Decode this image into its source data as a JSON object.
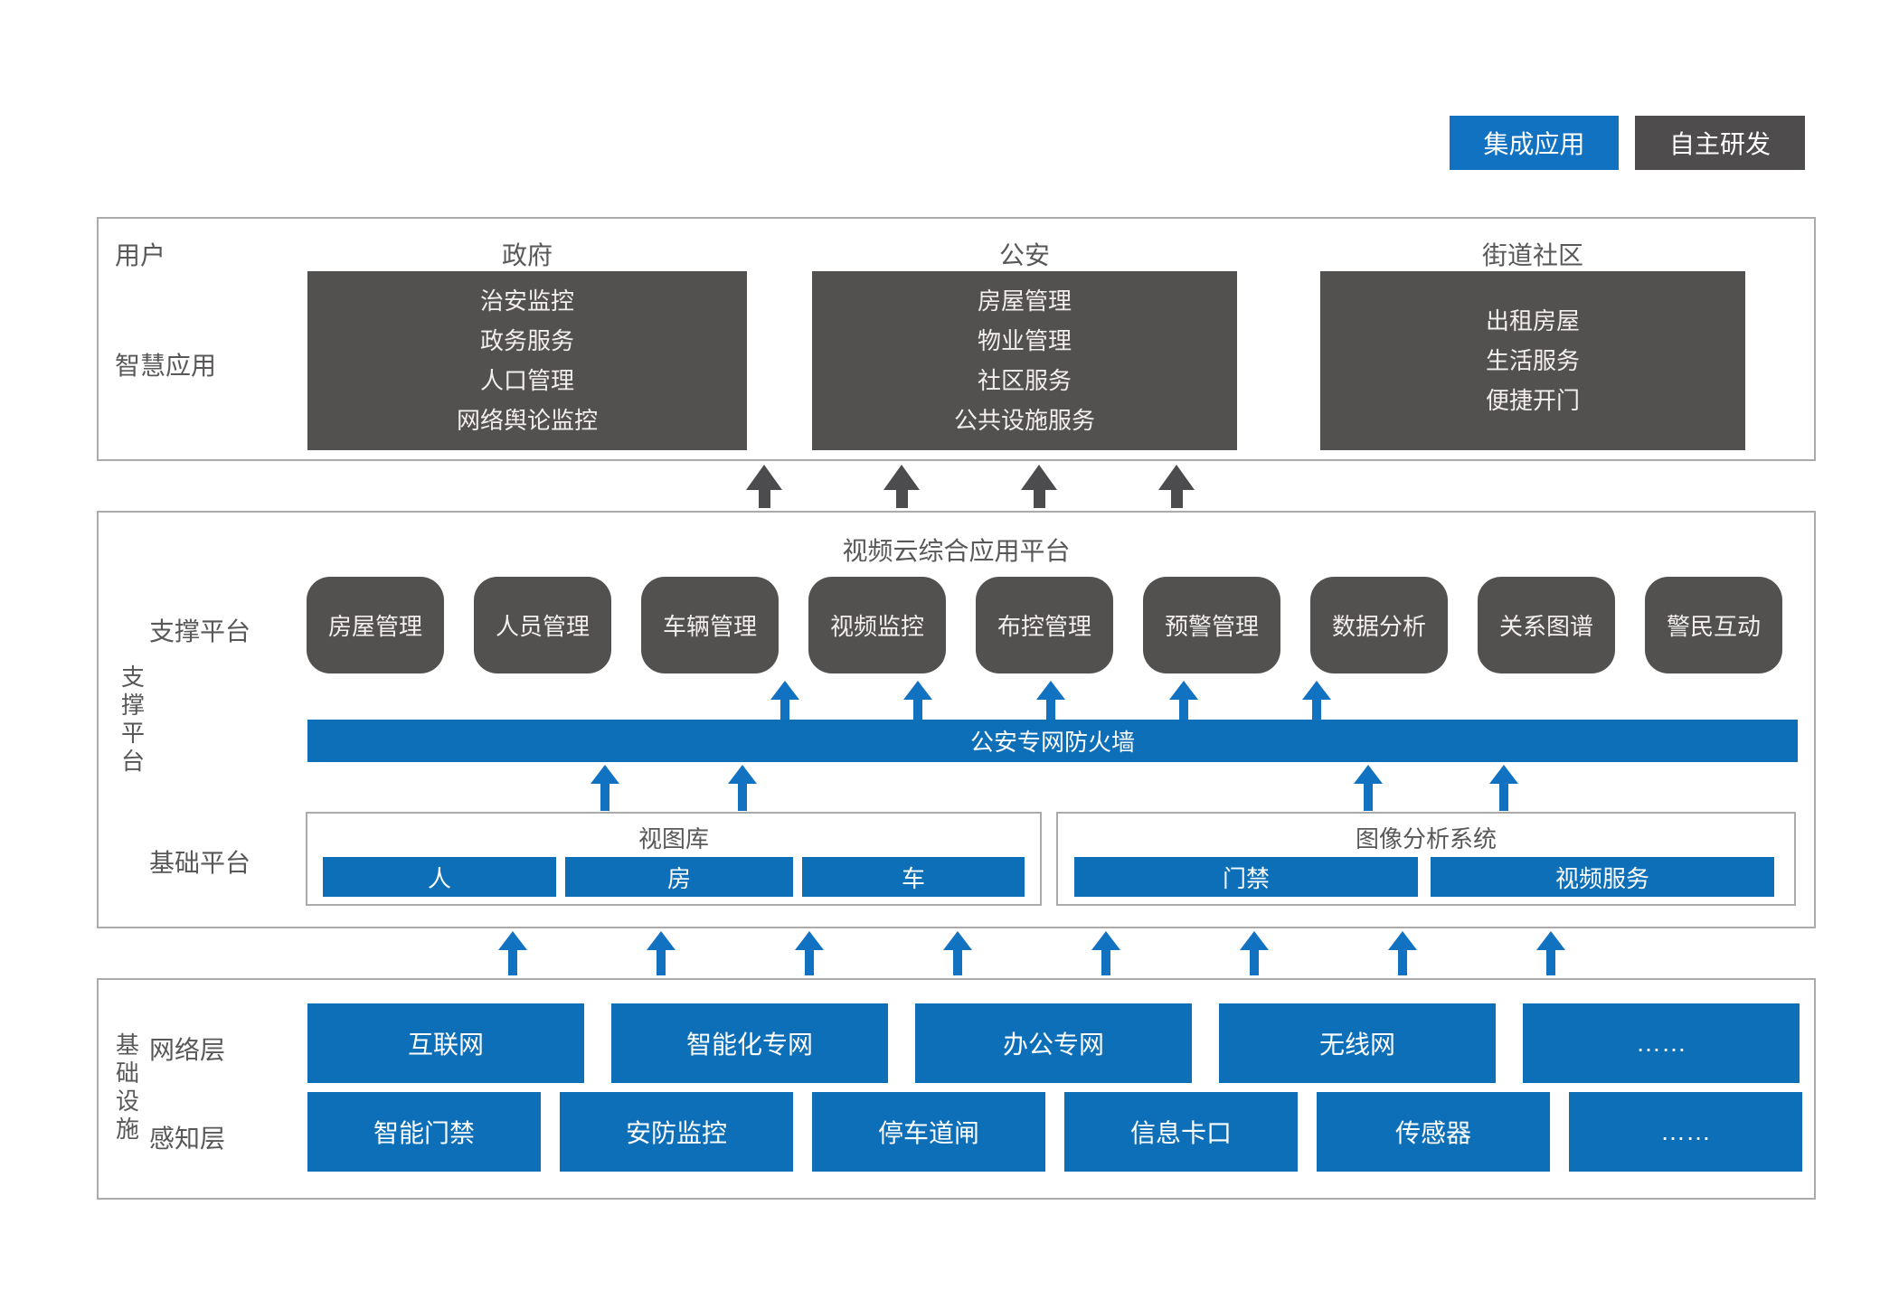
{
  "colors": {
    "blue": "#0d6fb8",
    "dark_gray": "#535050",
    "border_gray": "#ababab",
    "label_gray": "#595757",
    "arrow_blue": "#1272c2",
    "arrow_gray": "#4c4c4e"
  },
  "legend": {
    "integrated": "集成应用",
    "self_developed": "自主研发"
  },
  "app_section": {
    "users_label": "用户",
    "apps_label": "智慧应用",
    "columns": [
      {
        "header": "政府",
        "items": [
          "治安监控",
          "政务服务",
          "人口管理",
          "网络舆论监控"
        ]
      },
      {
        "header": "公安",
        "items": [
          "房屋管理",
          "物业管理",
          "社区服务",
          "公共设施服务"
        ]
      },
      {
        "header": "街道社区",
        "items": [
          "出租房屋",
          "生活服务",
          "便捷开门"
        ]
      }
    ]
  },
  "platform_section": {
    "side_label": "支撑平台",
    "title": "视频云综合应用平台",
    "support_row_label": "支撑平台",
    "support_boxes": [
      "房屋管理",
      "人员管理",
      "车辆管理",
      "视频监控",
      "布控管理",
      "预警管理",
      "数据分析",
      "关系图谱",
      "警民互动"
    ],
    "firewall_label": "公安专网防火墙",
    "base_row_label": "基础平台",
    "base_groups": [
      {
        "title": "视图库",
        "items": [
          "人",
          "房",
          "车"
        ]
      },
      {
        "title": "图像分析系统",
        "items": [
          "门禁",
          "视频服务"
        ]
      }
    ]
  },
  "infra_section": {
    "side_label": "基础设施",
    "network_row": {
      "label": "网络层",
      "items": [
        "互联网",
        "智能化专网",
        "办公专网",
        "无线网",
        "……"
      ]
    },
    "sensing_row": {
      "label": "感知层",
      "items": [
        "智能门禁",
        "安防监控",
        "停车道闸",
        "信息卡口",
        "传感器",
        "……"
      ]
    }
  }
}
